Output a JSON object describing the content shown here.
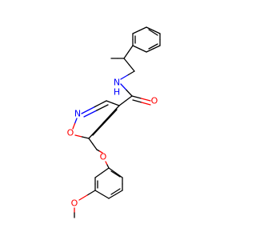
{
  "molecule": {
    "colors": {
      "bond": "#000000",
      "oxygen": "#ff0000",
      "nitrogen": "#0000ff"
    },
    "atom_labels": {
      "amide_N": "N",
      "amide_H": "H",
      "carbonyl_O": "O",
      "ring_N": "N",
      "ring_O": "O",
      "ether_O": "O",
      "methoxy_O": "O"
    }
  }
}
